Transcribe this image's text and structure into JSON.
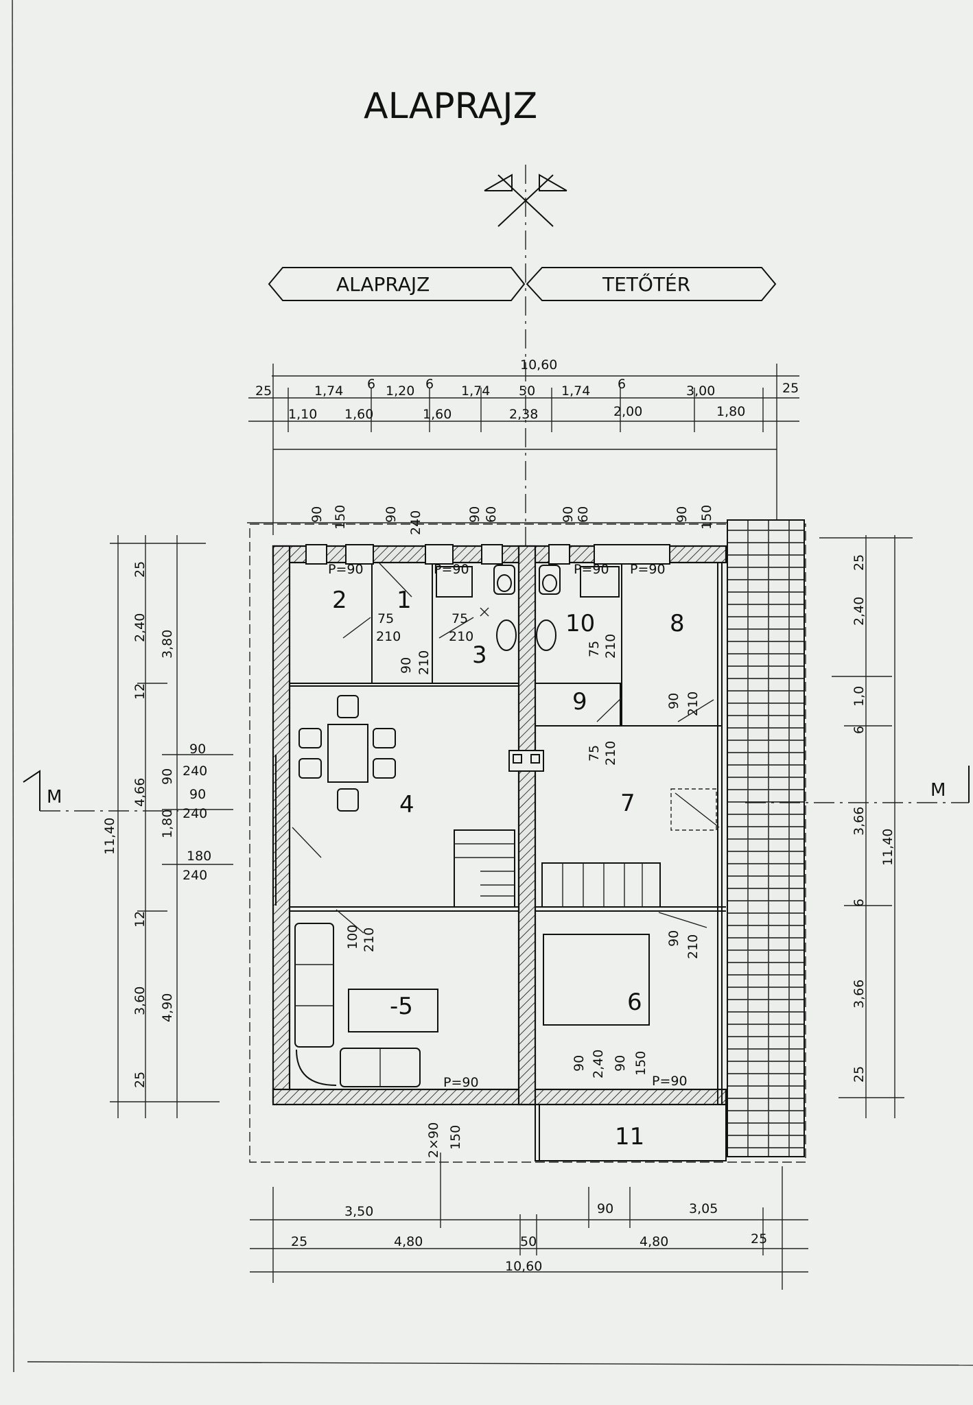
{
  "title": "ALAPRAJZ",
  "view_tabs": {
    "left": "ALAPRAJZ",
    "right": "TETŐTÉR"
  },
  "section_marker": "M",
  "dims_top": {
    "total": "10,60",
    "row1": [
      "25",
      "1,74",
      "6",
      "1,20",
      "6",
      "1,74",
      "50",
      "1,74",
      "6",
      "3,00",
      "25"
    ],
    "row2": [
      "1,10",
      "1,60",
      "1,60",
      "2,38",
      "2,00",
      "1,80"
    ]
  },
  "dims_bottom": {
    "row1": [
      "3,50",
      "90",
      "3,05"
    ],
    "row2": [
      "25",
      "4,80",
      "50",
      "4,80",
      "25"
    ],
    "total": "10,60"
  },
  "dims_left": {
    "inner": [
      "25",
      "2,40",
      "12",
      "4,66",
      "12",
      "3,60",
      "25"
    ],
    "middle": [
      "3,80",
      "1,80",
      "4,90"
    ],
    "outer": "11,40",
    "windows": [
      "90",
      "240",
      "90",
      "240",
      "180",
      "240"
    ],
    "small": "90"
  },
  "dims_right": {
    "inner": [
      "25",
      "2,40",
      "1,0",
      "6",
      "3,66",
      "6",
      "3,66",
      "25"
    ],
    "outer": "11,40"
  },
  "openings_top": [
    "90",
    "150",
    "90",
    "240",
    "90",
    "60",
    "90",
    "60",
    "90",
    "150"
  ],
  "door_labels": {
    "p90": "P=90",
    "d75": "75",
    "d210": "210",
    "d90": "90",
    "d100": "100",
    "w2x90": "2×90",
    "w150": "150",
    "w240": "2,40",
    "w90": "90"
  },
  "rooms": [
    "1",
    "2",
    "3",
    "4",
    "-5",
    "6",
    "7",
    "8",
    "9",
    "10",
    "11"
  ]
}
